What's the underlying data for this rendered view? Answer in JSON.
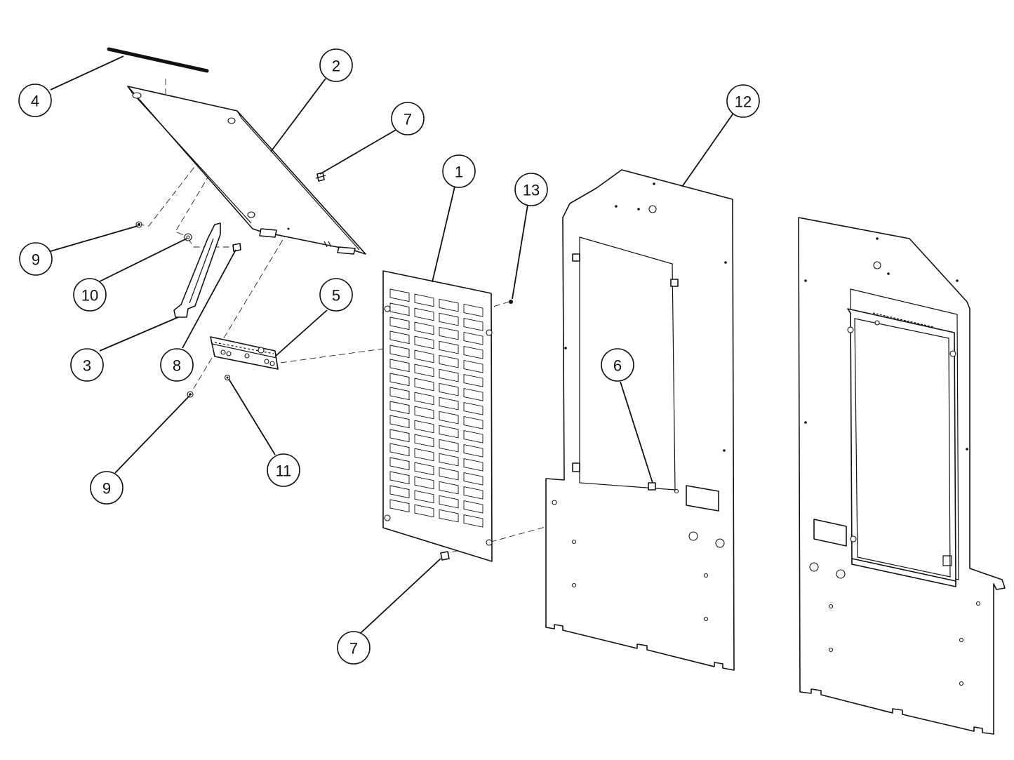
{
  "colors": {
    "line": "#111111",
    "background": "#ffffff"
  },
  "callouts": [
    {
      "id": "c4",
      "label": "4"
    },
    {
      "id": "c2",
      "label": "2"
    },
    {
      "id": "c7a",
      "label": "7"
    },
    {
      "id": "c12",
      "label": "12"
    },
    {
      "id": "c1",
      "label": "1"
    },
    {
      "id": "c13",
      "label": "13"
    },
    {
      "id": "c9a",
      "label": "9"
    },
    {
      "id": "c10",
      "label": "10"
    },
    {
      "id": "c5",
      "label": "5"
    },
    {
      "id": "c3",
      "label": "3"
    },
    {
      "id": "c8",
      "label": "8"
    },
    {
      "id": "c6",
      "label": "6"
    },
    {
      "id": "c11",
      "label": "11"
    },
    {
      "id": "c9b",
      "label": "9"
    },
    {
      "id": "c7b",
      "label": "7"
    }
  ]
}
